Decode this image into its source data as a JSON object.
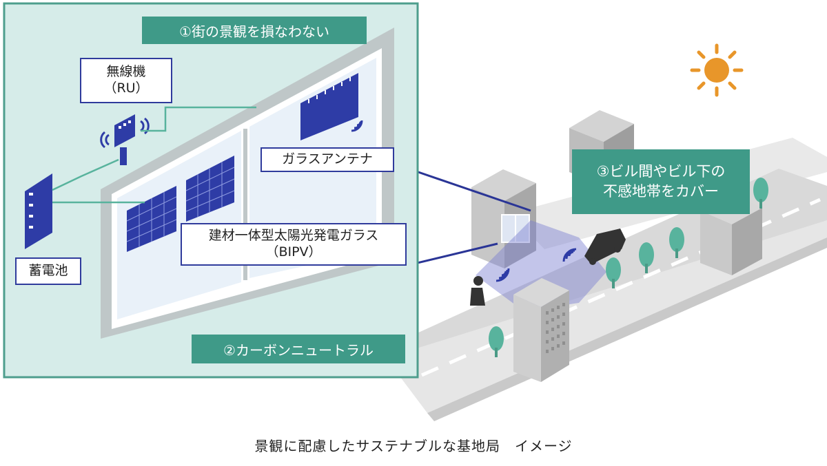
{
  "labels": {
    "landscape": "①街の景観を損なわない",
    "carbon": "②カーボンニュートラル",
    "coverage_line1": "③ビル間やビル下の",
    "coverage_line2": "不感地帯をカバー",
    "radio_line1": "無線機",
    "radio_line2": "（RU）",
    "glass_antenna": "ガラスアンテナ",
    "bipv_line1": "建材一体型太陽光発電ガラス",
    "bipv_line2": "（BIPV）",
    "battery": "蓄電池"
  },
  "caption": "景観に配慮したサステナブルな基地局　イメージ",
  "colors": {
    "panel_bg": "#d6ece9",
    "panel_border": "#4e9e8d",
    "tag_green": "#3f9a88",
    "device_blue": "#2e3ca6",
    "line_blue": "#2a3596",
    "coverage": "#7a7fd0",
    "sun": "#e8962a",
    "road": "#dedede",
    "tree": "#58b39d"
  },
  "icons": [
    "sun-icon",
    "car-icon",
    "person-icon",
    "signal-icon",
    "tree-icon",
    "building-icon",
    "solar-panel-icon",
    "battery-icon",
    "radio-unit-icon"
  ]
}
